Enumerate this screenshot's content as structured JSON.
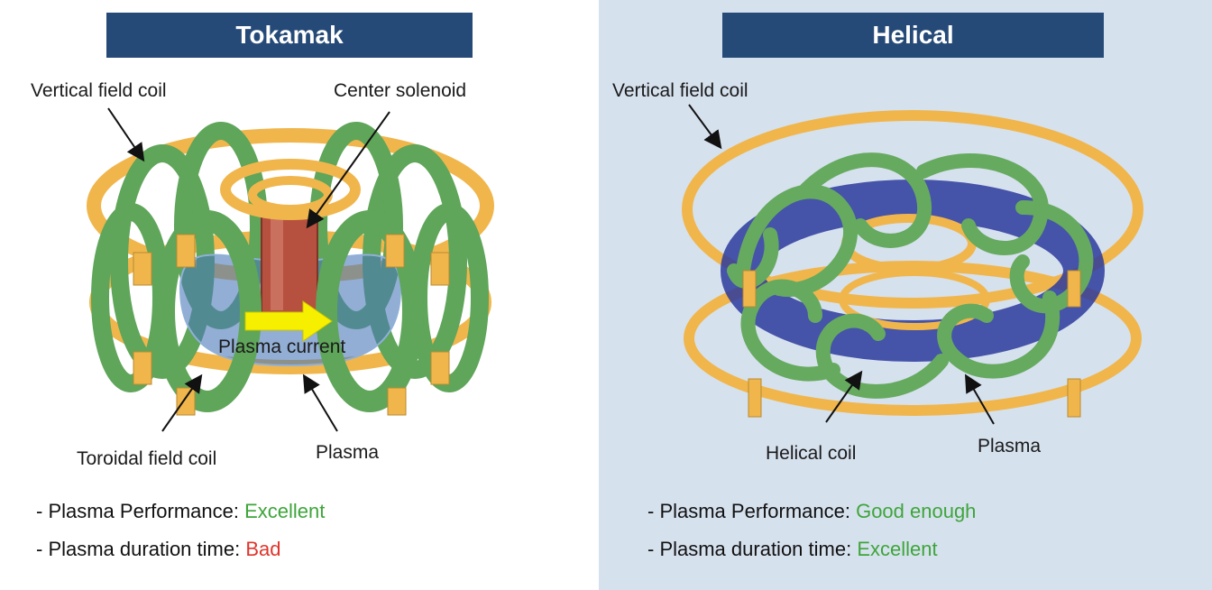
{
  "colors": {
    "title_bg": "#264a78",
    "helical_panel_bg": "#d6e1ee",
    "good": "#3ea53a",
    "bad": "#e0352b",
    "coil_orange": "#f0b64c",
    "coil_green": "#5fa55a",
    "solenoid_red": "#b6503f",
    "plasma_blue": "#3a4aa8",
    "current_arrow": "#f6f000"
  },
  "tokamak": {
    "title": "Tokamak",
    "labels": {
      "vertical_field_coil": "Vertical field coil",
      "center_solenoid": "Center solenoid",
      "plasma_current": "Plasma current",
      "toroidal_field_coil": "Toroidal field coil",
      "plasma": "Plasma"
    },
    "bullets": [
      {
        "prefix": "- Plasma Performance: ",
        "value": "Excellent",
        "status": "good"
      },
      {
        "prefix": "- Plasma duration time: ",
        "value": "Bad",
        "status": "bad"
      }
    ]
  },
  "helical": {
    "title": "Helical",
    "labels": {
      "vertical_field_coil": "Vertical field coil",
      "helical_coil": "Helical coil",
      "plasma": "Plasma"
    },
    "bullets": [
      {
        "prefix": "- Plasma Performance: ",
        "value": "Good enough",
        "status": "good"
      },
      {
        "prefix": "- Plasma duration time: ",
        "value": "Excellent",
        "status": "good"
      }
    ]
  }
}
